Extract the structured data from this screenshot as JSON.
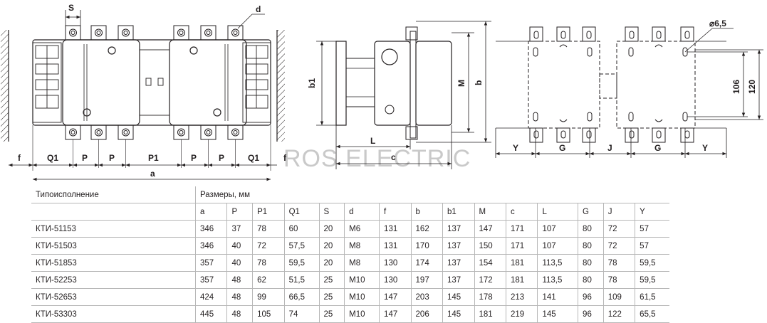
{
  "watermark": "ROS ELECTRIC",
  "front_view_labels": {
    "S": "S",
    "d": "d",
    "f": "f",
    "Q1": "Q1",
    "P": "P",
    "P1": "P1",
    "a": "a"
  },
  "side_view_labels": {
    "b1": "b1",
    "M": "M",
    "b": "b",
    "L": "L",
    "c": "c"
  },
  "mount_view_labels": {
    "hole": "⌀6,5",
    "d106": "106",
    "d120": "120",
    "Y": "Y",
    "G": "G",
    "J": "J"
  },
  "table": {
    "type_header": "Типоисполнение",
    "group_header": "Размеры, мм",
    "columns": [
      "a",
      "P",
      "P1",
      "Q1",
      "S",
      "d",
      "f",
      "b",
      "b1",
      "M",
      "c",
      "L",
      "G",
      "J",
      "Y"
    ],
    "rows": [
      {
        "model": "КТИ-51153",
        "values": [
          "346",
          "37",
          "78",
          "60",
          "20",
          "M6",
          "131",
          "162",
          "137",
          "147",
          "171",
          "107",
          "80",
          "72",
          "57"
        ]
      },
      {
        "model": "КТИ-51503",
        "values": [
          "346",
          "40",
          "72",
          "57,5",
          "20",
          "M8",
          "131",
          "170",
          "137",
          "150",
          "171",
          "107",
          "80",
          "72",
          "57"
        ]
      },
      {
        "model": "КТИ-51853",
        "values": [
          "357",
          "40",
          "78",
          "59,5",
          "20",
          "M8",
          "130",
          "174",
          "137",
          "154",
          "181",
          "113,5",
          "80",
          "78",
          "59,5"
        ]
      },
      {
        "model": "КТИ-52253",
        "values": [
          "357",
          "48",
          "62",
          "51,5",
          "25",
          "M10",
          "130",
          "197",
          "137",
          "172",
          "181",
          "113,5",
          "80",
          "78",
          "59,5"
        ]
      },
      {
        "model": "КТИ-52653",
        "values": [
          "424",
          "48",
          "99",
          "66,5",
          "25",
          "M10",
          "147",
          "203",
          "145",
          "178",
          "213",
          "141",
          "96",
          "109",
          "61,5"
        ]
      },
      {
        "model": "КТИ-53303",
        "values": [
          "445",
          "48",
          "105",
          "74",
          "25",
          "M10",
          "147",
          "206",
          "145",
          "181",
          "219",
          "145",
          "96",
          "122",
          "65,5"
        ]
      }
    ]
  }
}
